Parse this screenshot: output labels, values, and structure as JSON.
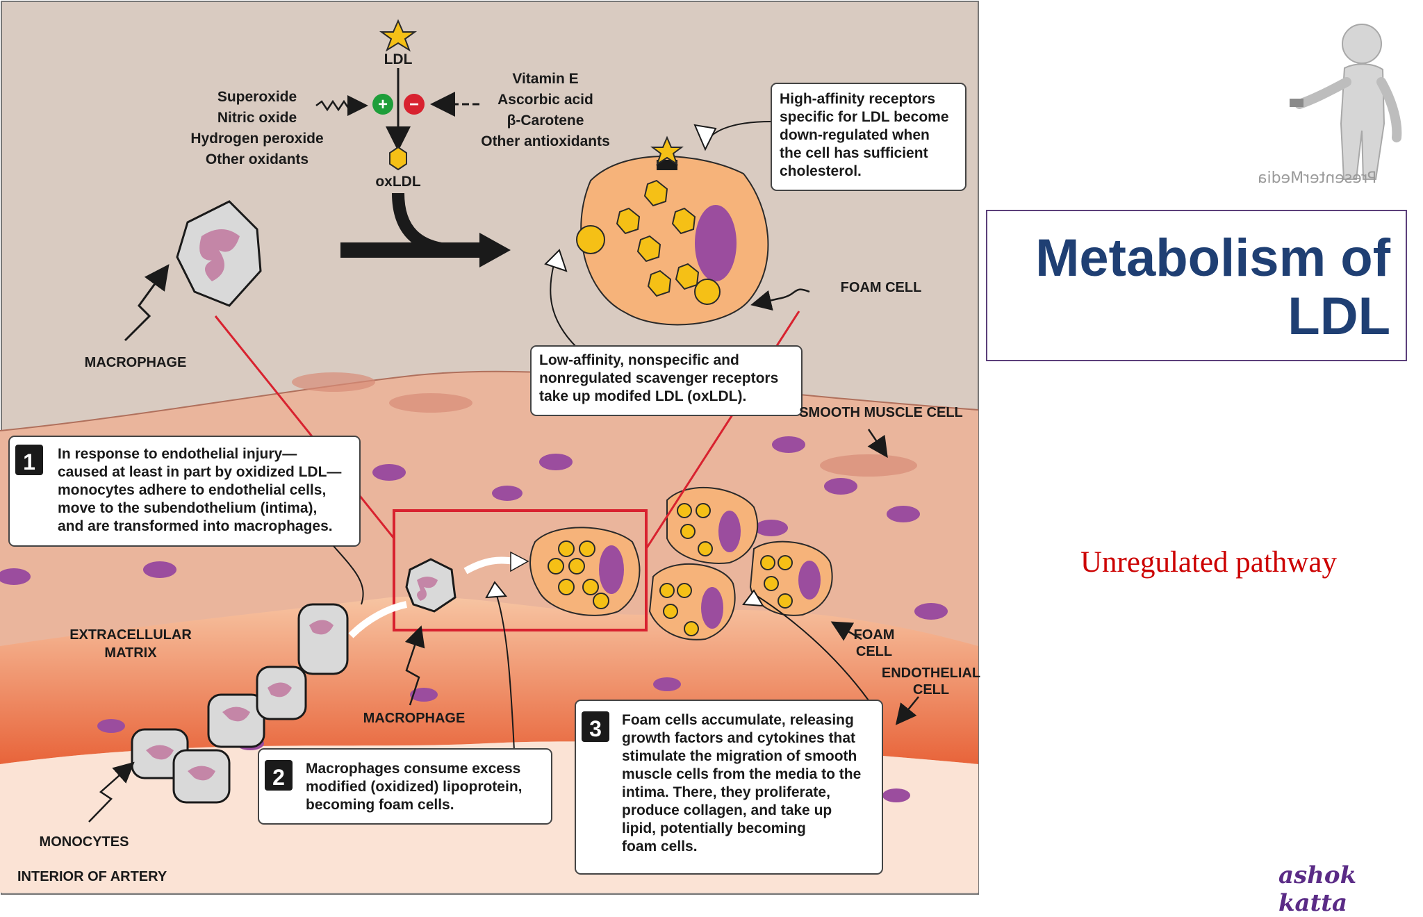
{
  "diagram": {
    "ldl_label": "LDL",
    "oxldl_label": "oxLDL",
    "oxidants": [
      "Superoxide",
      "Nitric oxide",
      "Hydrogen peroxide",
      "Other oxidants"
    ],
    "antioxidants": [
      "Vitamin E",
      "Ascorbic acid",
      "β-Carotene",
      "Other antioxidants"
    ],
    "plus_sign": "+",
    "minus_sign": "−",
    "high_affinity_note": [
      "High-affinity receptors",
      "specific for LDL become",
      "down-regulated when",
      "the cell has sufficient",
      "cholesterol."
    ],
    "low_affinity_note": [
      "Low-affinity, nonspecific and",
      "nonregulated scavenger receptors",
      "take up modifed LDL (oxLDL)."
    ],
    "step1": {
      "number": "1",
      "lines": [
        "In response to endothelial injury—",
        "caused at least in part by oxidized LDL—",
        "monocytes adhere to endothelial cells,",
        "move to the subendothelium (intima),",
        "and are transformed into macrophages."
      ]
    },
    "step2": {
      "number": "2",
      "lines": [
        "Macrophages consume excess",
        "modified (oxidized) lipoprotein,",
        "becoming foam cells."
      ]
    },
    "step3": {
      "number": "3",
      "lines": [
        "Foam cells accumulate, releasing",
        "growth factors and cytokines that",
        "stimulate the migration of smooth",
        "muscle cells from the media to the",
        "intima. There, they proliferate,",
        "produce collagen, and take up",
        "lipid, potentially becoming",
        "foam cells."
      ]
    },
    "labels": {
      "macrophage_top": "MACROPHAGE",
      "foam_cell_top": "FOAM CELL",
      "smooth_muscle_cell": "SMOOTH MUSCLE CELL",
      "extracellular_matrix": [
        "EXTRACELLULAR",
        "MATRIX"
      ],
      "macrophage_bottom": "MACROPHAGE",
      "foam_cell_bottom": [
        "FOAM",
        "CELL"
      ],
      "endothelial_cell": [
        "ENDOTHELIAL",
        "CELL"
      ],
      "monocytes": "MONOCYTES",
      "interior_of_artery": "INTERIOR OF ARTERY"
    }
  },
  "slide": {
    "title_line1": "Metabolism of",
    "title_line2": "LDL",
    "subtitle": "Unregulated pathway",
    "author": "ashok katta",
    "watermark": "PresenterMedia"
  },
  "colors": {
    "title": "#1f3f73",
    "subtitle": "#cc0000",
    "author": "#5a2b86",
    "highlight_box": "#d8222f",
    "background_tissue": "#d9cbc1",
    "cell_fill": "#f6b37a",
    "lipid_droplet": "#f5c016",
    "nucleus": "#9b4d9e"
  }
}
